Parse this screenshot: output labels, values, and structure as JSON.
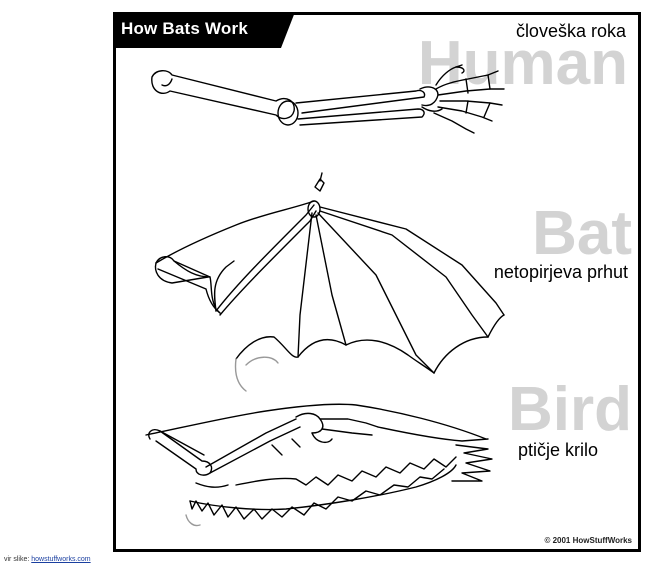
{
  "header": {
    "title": "How Bats Work"
  },
  "watermarks": {
    "human": "Human",
    "bat": "Bat",
    "bird": "Bird"
  },
  "labels": {
    "human": "človeška roka",
    "bat": "netopirjeva prhut",
    "bird": "ptičje krilo"
  },
  "copyright": "© 2001 HowStuffWorks",
  "source": {
    "prefix": "vir slike: ",
    "link_text": "howstuffworks.com"
  },
  "colors": {
    "frame": "#000000",
    "watermark": "#d3d3d3",
    "link": "#1a3fa0"
  }
}
